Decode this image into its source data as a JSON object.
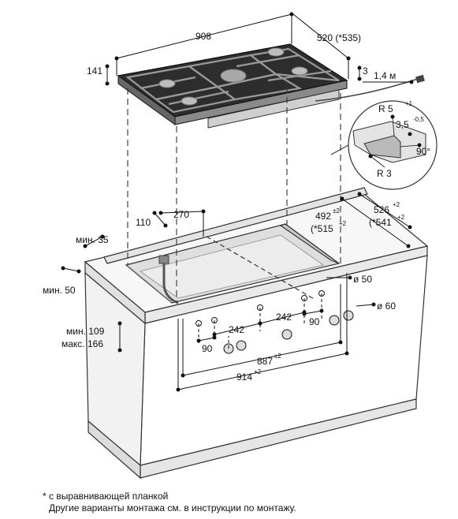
{
  "dimensions": {
    "width_908": "908",
    "depth_520": "520 (*535)",
    "height_141": "141",
    "gap_3": "3",
    "cable_length": "1,4 м",
    "radius_5": "R 5",
    "radius_5_sup": "+1",
    "thickness_3_5": "3,5",
    "thickness_sup": "-0,5",
    "angle_90": "90°",
    "radius_3": "R 3",
    "offset_110": "110",
    "offset_270": "270",
    "cutout_492": "492",
    "cutout_492_sup": "±2",
    "cutout_515": "(*515",
    "cutout_515_sup": "+2",
    "cutout_526": "526",
    "cutout_526_sup": "+2",
    "cutout_541": "(*541",
    "cutout_541_sup": "+2",
    "min_35": "мин. 35",
    "min_50": "мин. 50",
    "min_109": "мин. 109",
    "max_166": "макс. 166",
    "hole_50": "ø 50",
    "hole_60": "ø 60",
    "spacing_242_a": "242",
    "spacing_242_b": "242",
    "spacing_90_a": "90",
    "spacing_90_b": "90",
    "width_887": "887",
    "width_887_sup": "±2",
    "width_914": "914",
    "width_914_sup": "+2"
  },
  "footnotes": {
    "line1": "* с выравнивающей планкой",
    "line2": "Другие варианты монтажа см. в инструкции по монтажу."
  }
}
